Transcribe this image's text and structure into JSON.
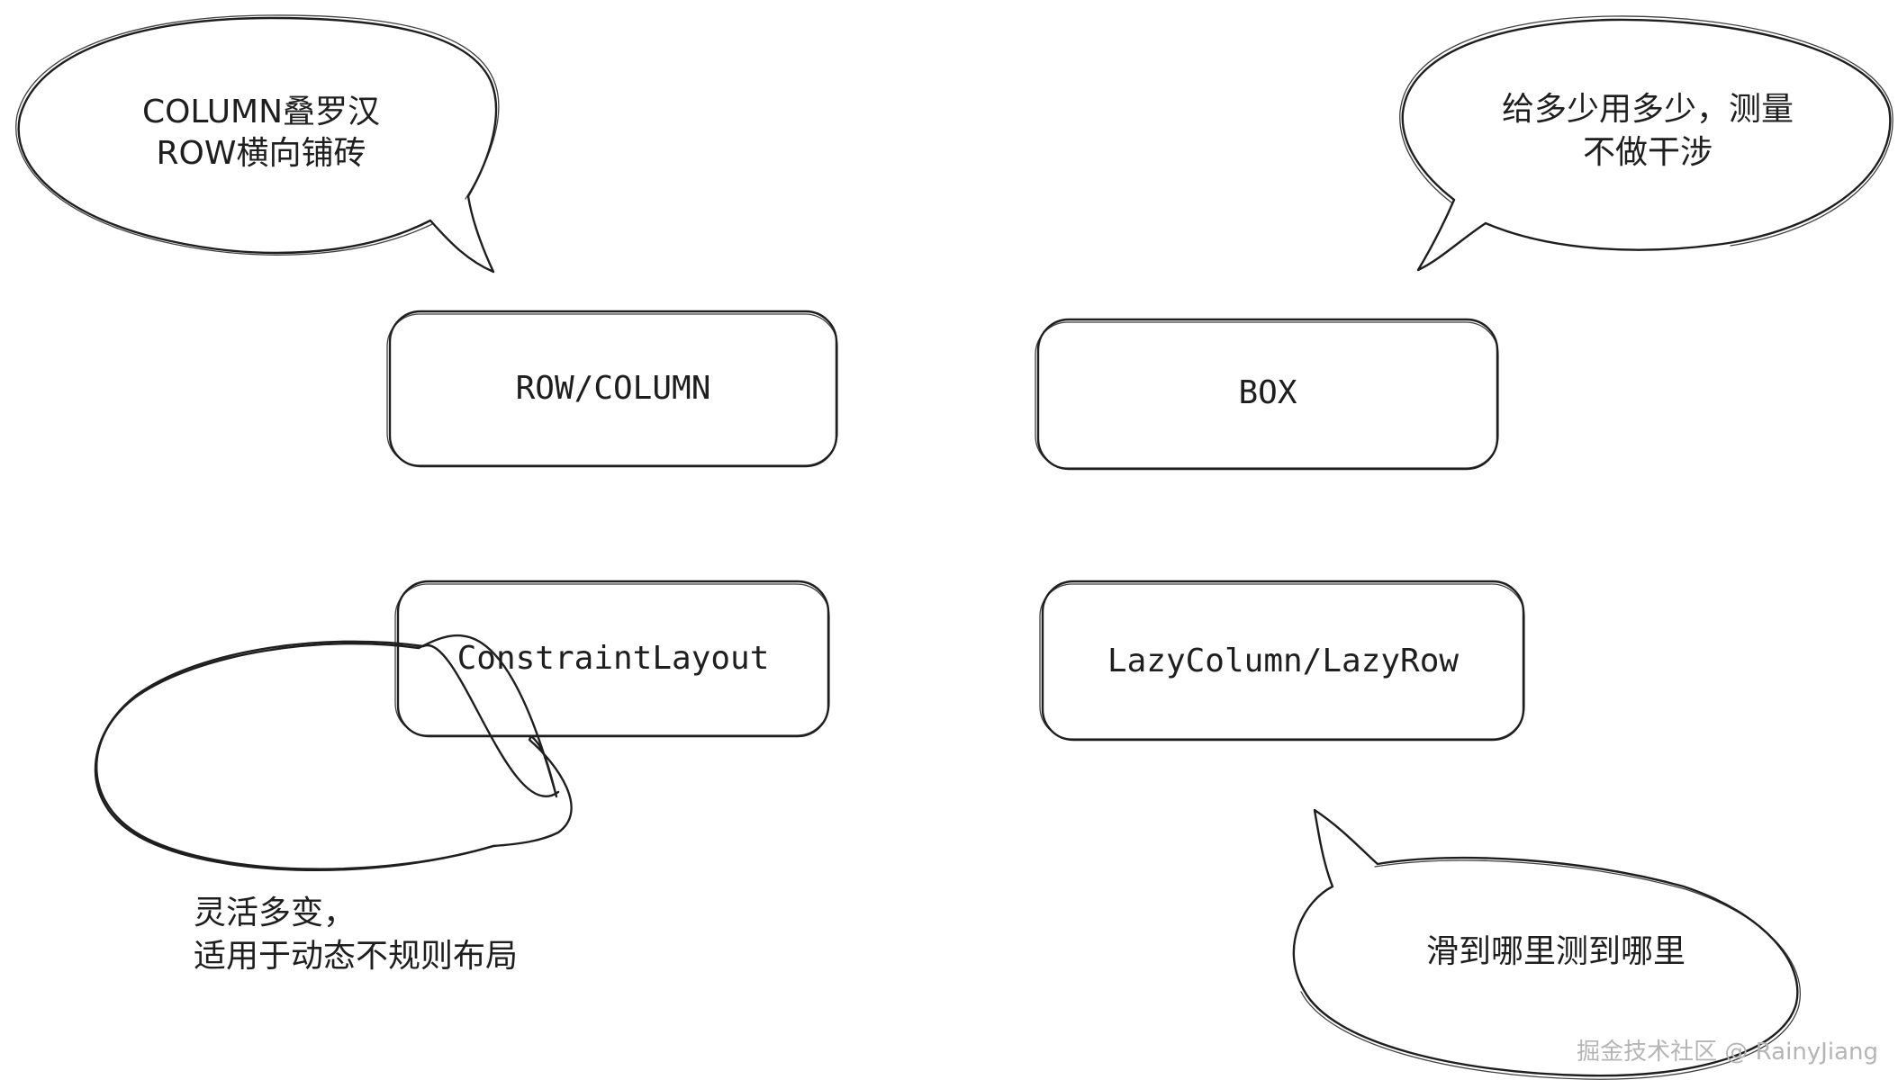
{
  "boxes": [
    {
      "id": "row-column",
      "label": "ROW/COLUMN"
    },
    {
      "id": "box",
      "label": "BOX"
    },
    {
      "id": "constraint-layout",
      "label": "ConstraintLayout"
    },
    {
      "id": "lazy-column-row",
      "label": "LazyColumn/LazyRow"
    }
  ],
  "bubbles": [
    {
      "id": "row-column-note",
      "lines": [
        "COLUMN叠罗汉",
        "ROW横向铺砖"
      ]
    },
    {
      "id": "box-note",
      "lines": [
        "给多少用多少，测量",
        "不做干涉"
      ]
    },
    {
      "id": "constraint-note",
      "lines": [
        "灵活多变，",
        "适用于动态不规则布局"
      ]
    },
    {
      "id": "lazy-note",
      "lines": [
        "滑到哪里测到哪里"
      ]
    }
  ],
  "watermark": "掘金技术社区 @ RainyJiang",
  "colors": {
    "stroke": "#1e1e1e",
    "background": "#ffffff",
    "watermark": "#b5b5b5"
  }
}
